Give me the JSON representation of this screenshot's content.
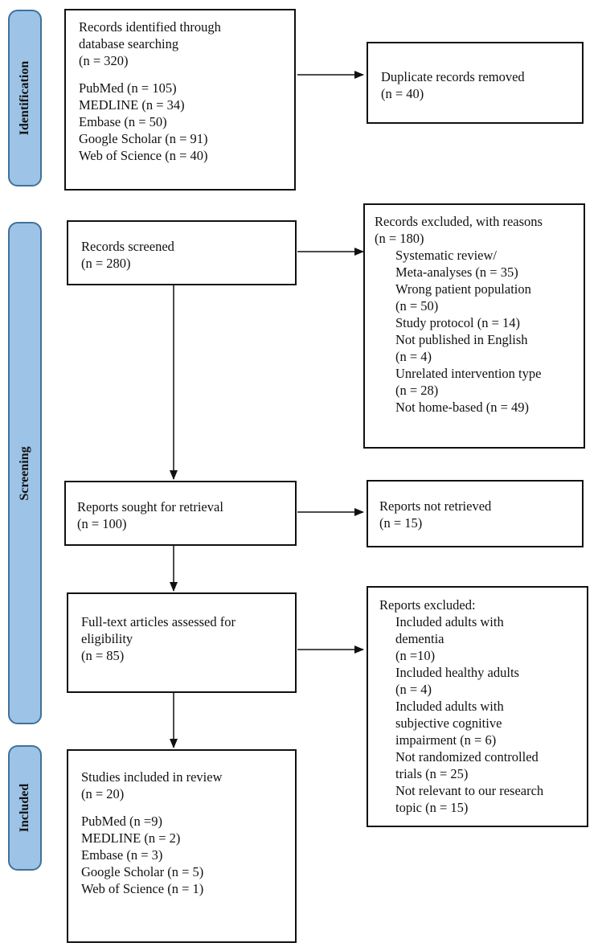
{
  "phases": {
    "identification": "Identification",
    "screening": "Screening",
    "included": "Included"
  },
  "identified": {
    "lines": [
      "Records identified through",
      "database searching",
      "(n = 320)"
    ],
    "sources": [
      "PubMed (n = 105)",
      "MEDLINE (n = 34)",
      "Embase (n = 50)",
      "Google Scholar (n = 91)",
      "Web of Science (n = 40)"
    ]
  },
  "duplicates": {
    "lines": [
      "Duplicate records removed",
      "(n = 40)"
    ]
  },
  "screened": {
    "lines": [
      "Records screened",
      "(n = 280)"
    ]
  },
  "excluded_records": {
    "lines": [
      "Records excluded, with reasons",
      "(n = 180)"
    ],
    "reasons": [
      "Systematic review/",
      "Meta-analyses (n = 35)",
      "Wrong patient population",
      "(n = 50)",
      "Study protocol (n = 14)",
      "Not published in English",
      "(n = 4)",
      "Unrelated intervention type",
      "(n = 28)",
      "Not home-based (n = 49)"
    ]
  },
  "sought": {
    "lines": [
      "Reports sought for retrieval",
      "(n = 100)"
    ]
  },
  "not_retrieved": {
    "lines": [
      "Reports not retrieved",
      "(n = 15)"
    ]
  },
  "assessed": {
    "lines": [
      "Full-text articles assessed for",
      "eligibility",
      "(n = 85)"
    ]
  },
  "reports_excluded": {
    "lines": [
      "Reports excluded:"
    ],
    "reasons": [
      "Included adults with",
      "dementia",
      "(n =10)",
      "Included healthy adults",
      "(n = 4)",
      "Included adults with",
      "subjective cognitive",
      "impairment (n = 6)",
      "Not randomized controlled",
      "trials (n = 25)",
      "Not relevant to our research",
      "topic (n = 15)"
    ]
  },
  "included_studies": {
    "lines": [
      "Studies included in review",
      "(n = 20)"
    ],
    "sources": [
      "PubMed (n =9)",
      "MEDLINE (n = 2)",
      "Embase (n = 3)",
      "Google Scholar (n = 5)",
      "Web of Science (n = 1)"
    ]
  }
}
